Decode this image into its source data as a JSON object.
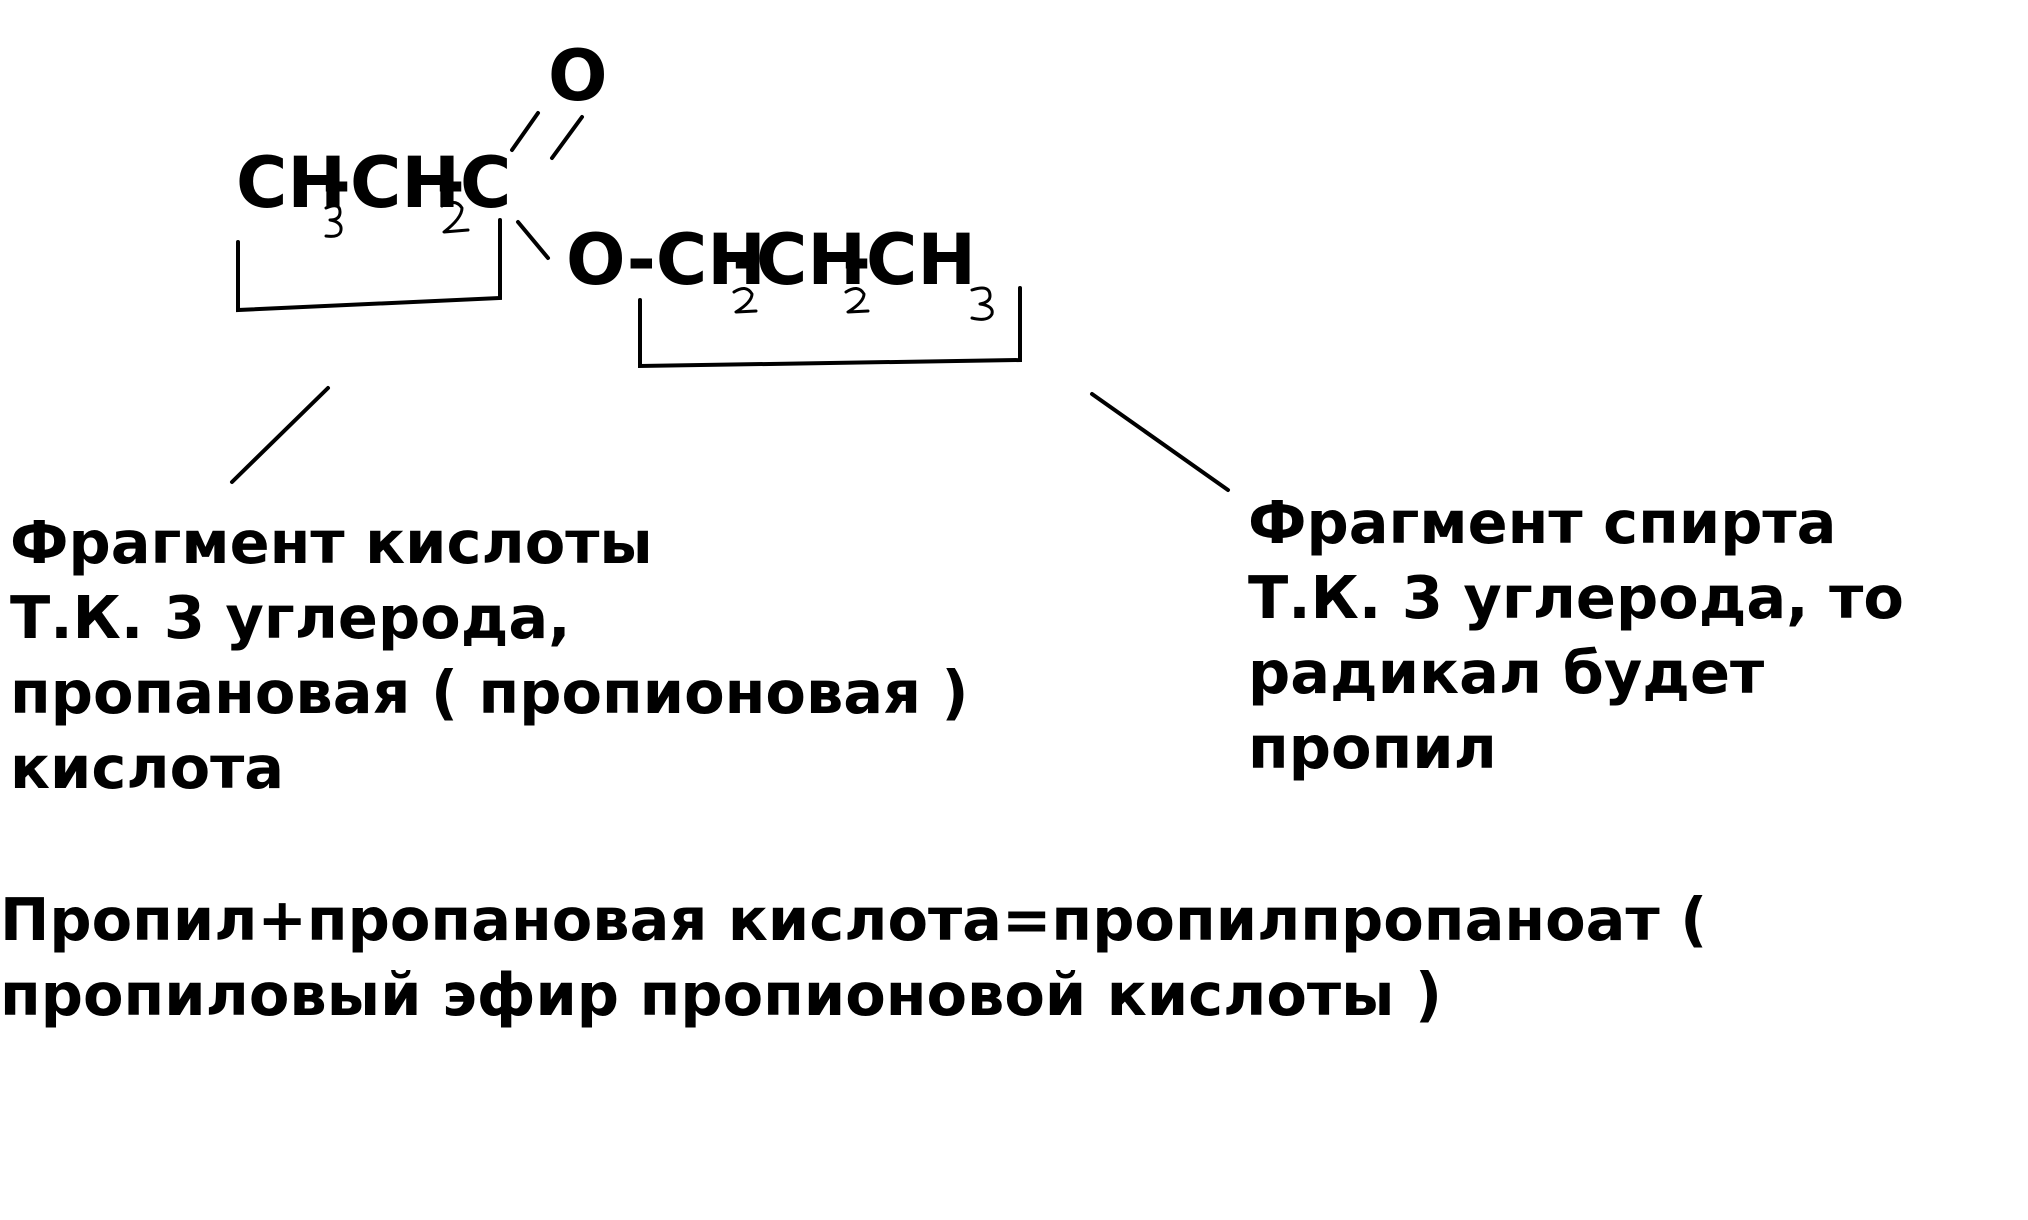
{
  "formula": {
    "oxygen_top": "O",
    "ch3_a": "CH",
    "dash_a": "-",
    "ch2_a": "CH",
    "dash_b": "-",
    "carbon": "C",
    "ester_chain": "O-CH",
    "dash_c": "-",
    "ch2_c": "CH",
    "dash_d": "-",
    "ch3_b": "CH",
    "subscripts": [
      "3",
      "2",
      "2",
      "2",
      "3"
    ]
  },
  "acid_note": {
    "lines": [
      "Фрагмент кислоты",
      "Т.К. 3 углерода,",
      "пропановая ( пропионовая )",
      "кислота"
    ]
  },
  "alcohol_note": {
    "lines": [
      "Фрагмент спирта",
      "Т.К. 3 углерода, то",
      "радикал будет",
      "пропил"
    ]
  },
  "conclusion": {
    "lines": [
      "Пропил+пропановая кислота=пропилпропаноат (",
      "пропиловый эфир пропионовой кислоты )"
    ]
  }
}
